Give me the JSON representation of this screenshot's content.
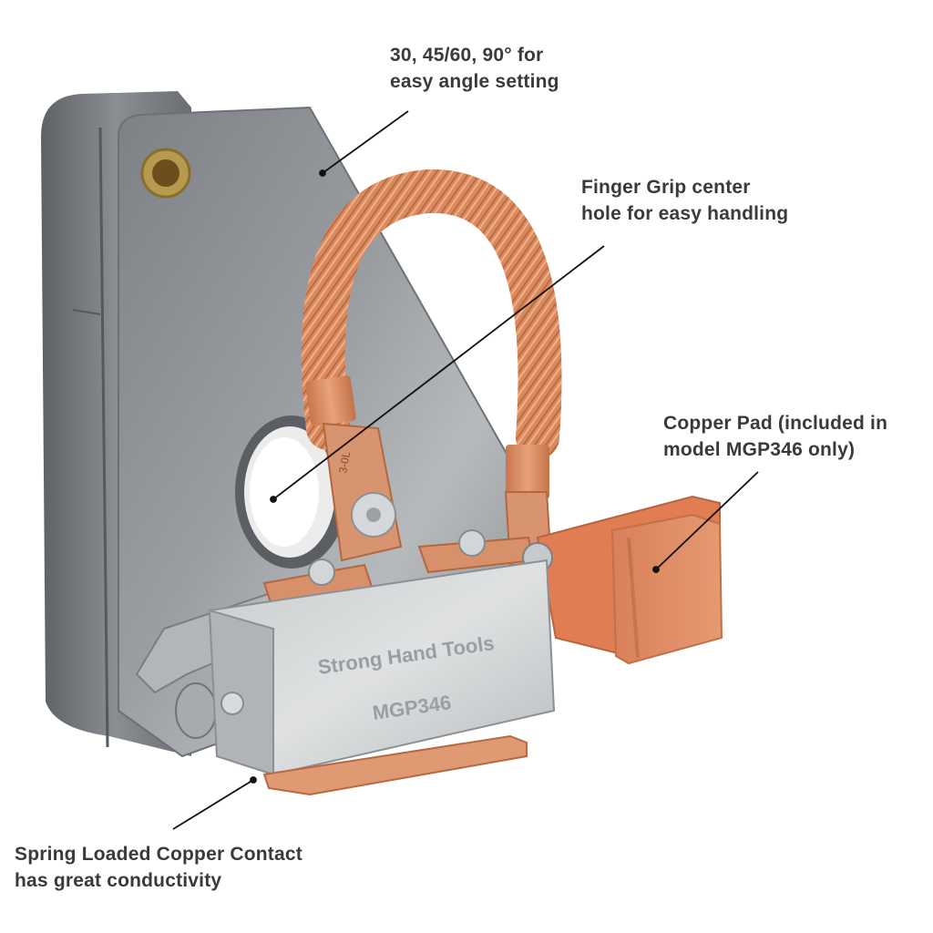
{
  "product": {
    "brand_engraving": "Strong Hand Tools",
    "model_engraving": "MGP346",
    "lug_marking": "3-0L"
  },
  "callouts": [
    {
      "id": "angle",
      "lines": [
        "30, 45/60, 90° for",
        "easy angle setting"
      ]
    },
    {
      "id": "finger-grip",
      "lines": [
        "Finger Grip center",
        "hole for easy handling"
      ]
    },
    {
      "id": "copper-pad",
      "lines": [
        "Copper Pad (included in",
        "model MGP346 only)"
      ]
    },
    {
      "id": "spring-contact",
      "lines": [
        "Spring Loaded Copper Contact",
        "has great conductivity"
      ]
    }
  ],
  "colors": {
    "text": "#3a3a3a",
    "steel": "#8e9296",
    "steel_dark": "#6f7377",
    "copper": "#d98a62",
    "copper_dark": "#b8673f",
    "leader": "#111111"
  }
}
